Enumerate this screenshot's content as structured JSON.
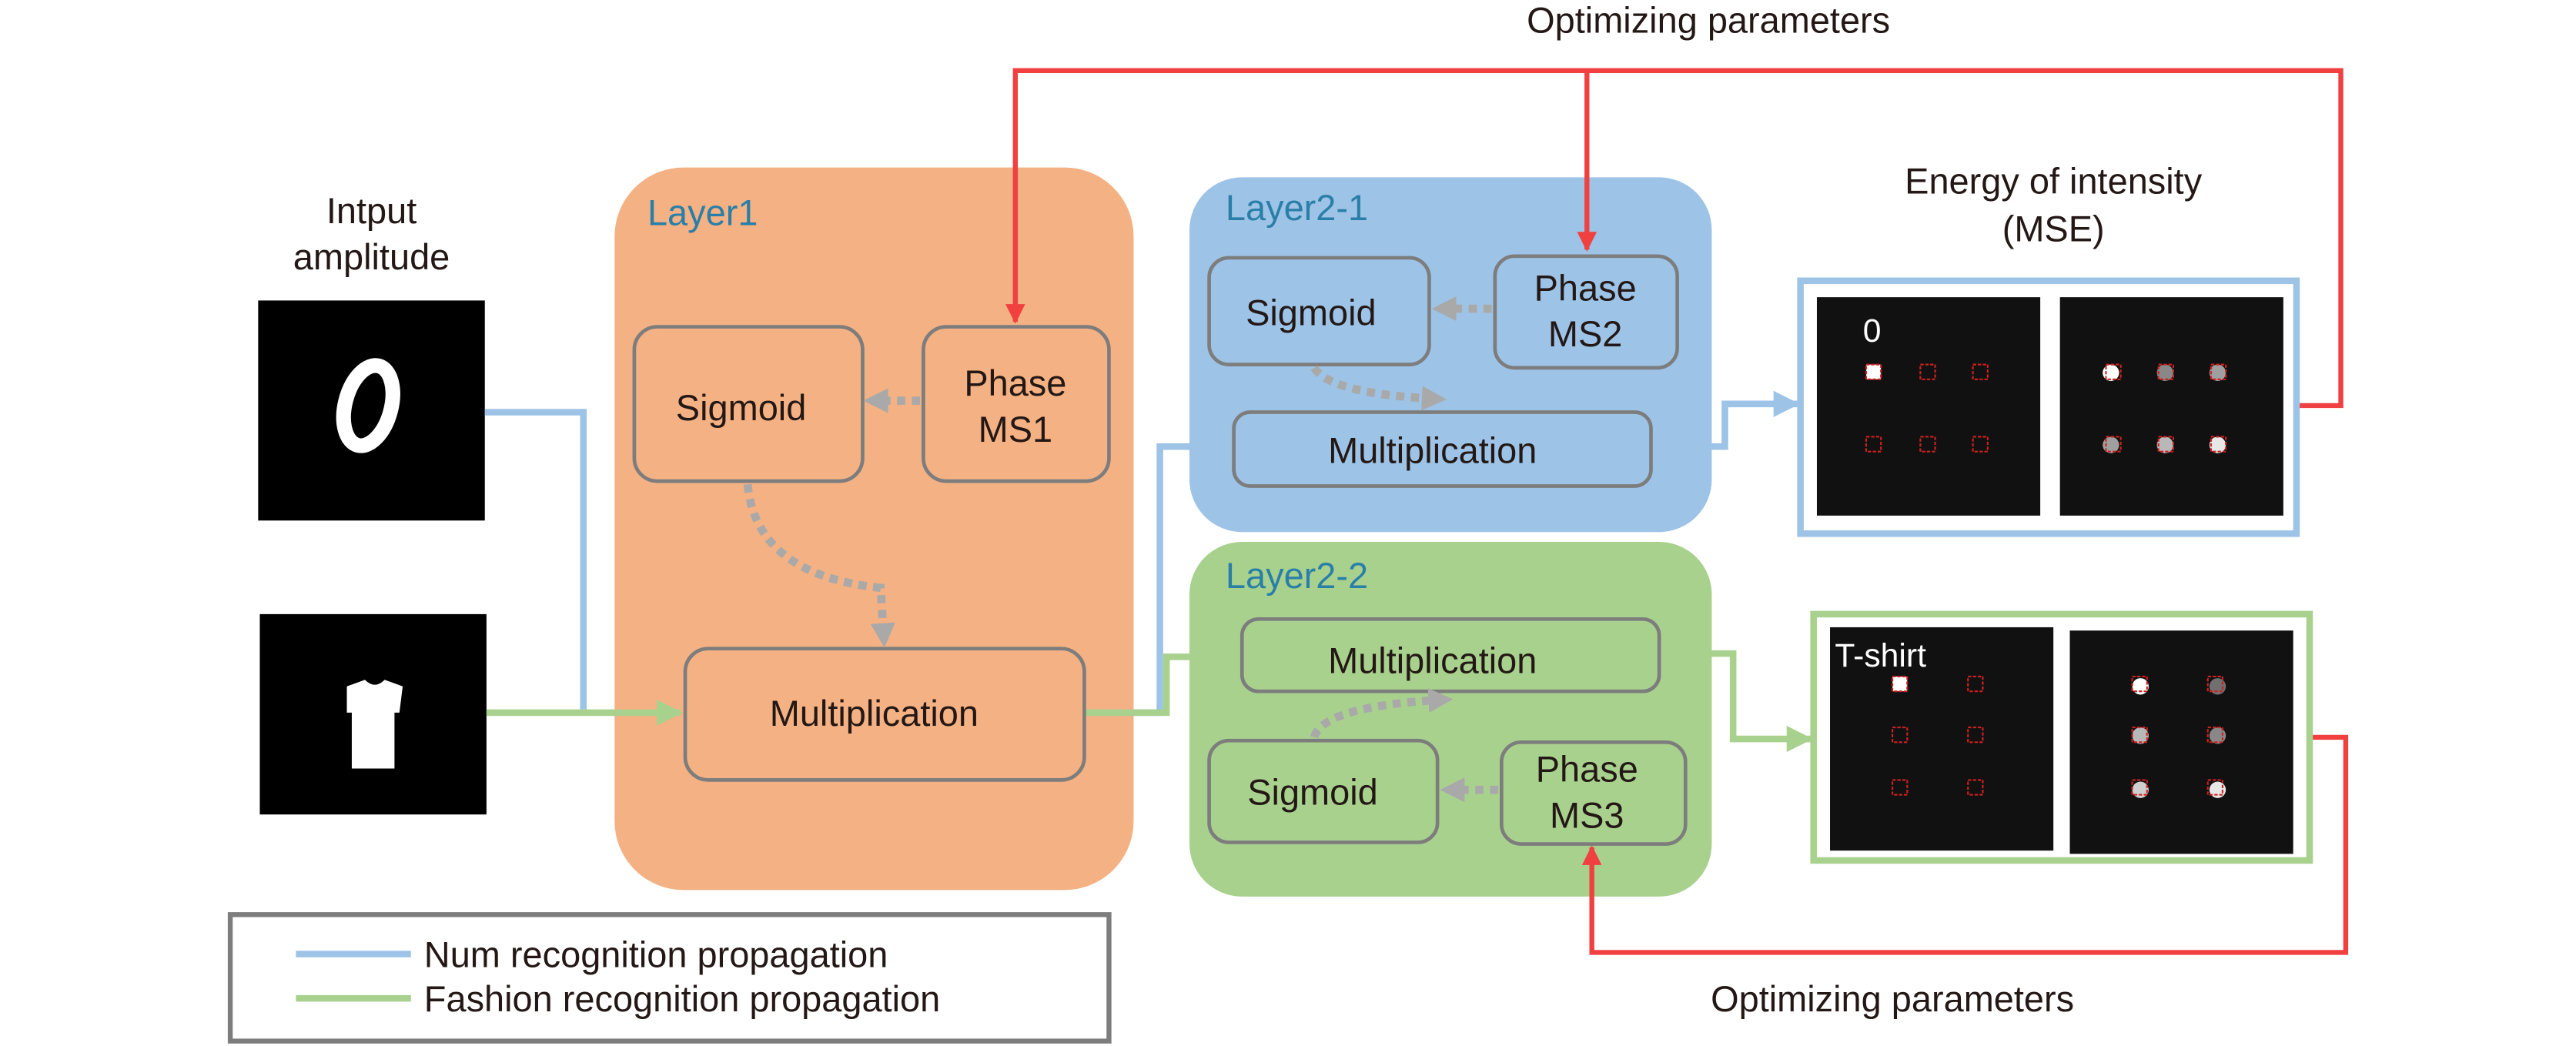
{
  "top_label": "Optimizing parameters",
  "bottom_label": "Optimizing parameters",
  "input": {
    "title_line1": "Intput",
    "title_line2": "amplitude",
    "samples": [
      "digit-0",
      "t-shirt"
    ]
  },
  "layer1": {
    "title": "Layer1",
    "sigmoid": "Sigmoid",
    "phase_line1": "Phase",
    "phase_line2": "MS1",
    "mult": "Multiplication"
  },
  "layer2_1": {
    "title": "Layer2-1",
    "sigmoid": "Sigmoid",
    "phase_line1": "Phase",
    "phase_line2": "MS2",
    "mult": "Multiplication"
  },
  "layer2_2": {
    "title": "Layer2-2",
    "sigmoid": "Sigmoid",
    "phase_line1": "Phase",
    "phase_line2": "MS3",
    "mult": "Multiplication"
  },
  "output": {
    "title_line1": "Energy of intensity",
    "title_line2": "(MSE)",
    "num_label": "0",
    "fashion_label": "T-shirt"
  },
  "legend": [
    {
      "label": "Num recognition propagation",
      "color": "#9dc3e6"
    },
    {
      "label": "Fashion recognition propagation",
      "color": "#a9d18e"
    }
  ],
  "colors": {
    "layer1": "#f4b183",
    "layer2_1": "#9dc3e6",
    "layer2_2": "#a9d18e",
    "feedback": "#f04040"
  }
}
